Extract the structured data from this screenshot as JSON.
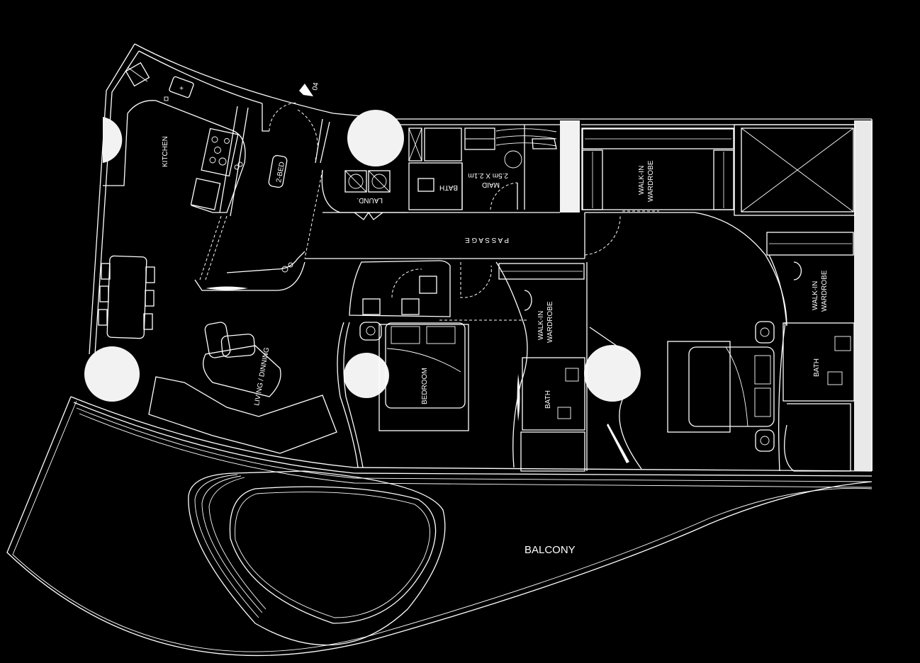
{
  "plan": {
    "colors": {
      "background": "#000000",
      "lines": "#ffffff",
      "columns": "#f2f2f2"
    },
    "north_marker": {
      "label": "04",
      "icon": "section-arrow-icon"
    },
    "rooms": {
      "kitchen": "KITCHEN",
      "bed2": "2-BED",
      "laundry": "LAUND.",
      "bath_maid": "BATH",
      "maid": "MAID",
      "maid_size": "2.5m X 2.1m",
      "passage": "P A S S A G E",
      "walkin_1": "WALK-IN",
      "walkin_1b": "WARDROBE",
      "walkin_2": "WALK-IN",
      "walkin_2b": "WARDROBE",
      "walkin_3": "WALK-IN",
      "walkin_3b": "WARDROBE",
      "living": "LIVING / DINNING",
      "bedroom": "BEDROOM",
      "bath_1": "BATH",
      "bath_2": "BATH",
      "balcony": "BALCONY"
    }
  }
}
